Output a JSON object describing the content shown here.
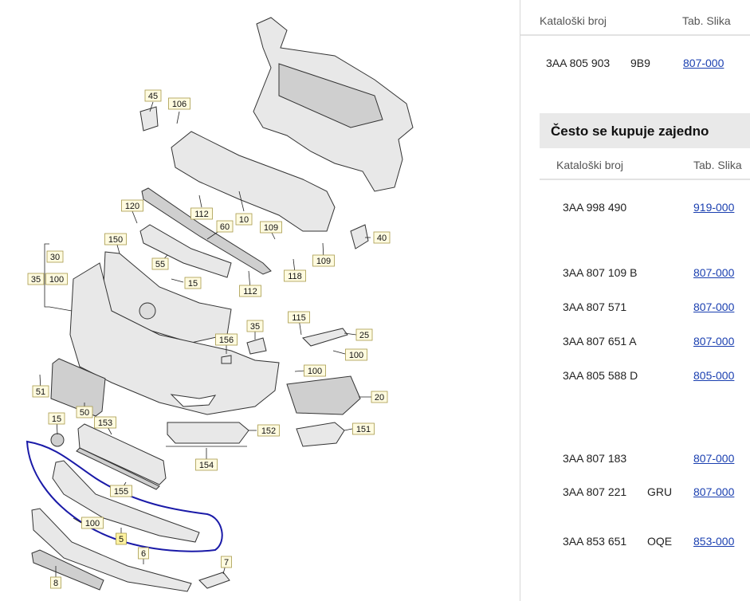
{
  "diagram": {
    "labels": [
      "45",
      "106",
      "10",
      "112",
      "120",
      "60",
      "109",
      "40",
      "150",
      "55",
      "109",
      "118",
      "112",
      "15",
      "30",
      "35",
      "100",
      "35",
      "156",
      "115",
      "25",
      "100",
      "100",
      "51",
      "50",
      "153",
      "20",
      "15",
      "152",
      "151",
      "154",
      "155",
      "100",
      "5",
      "6",
      "7",
      "8"
    ],
    "highlight_color": "#1a1aa8",
    "highlight_tag_color": "#fff3a0"
  },
  "table1": {
    "col_part": "Kataloški broj",
    "col_image": "Tab. Slika",
    "rows": [
      {
        "part": "3AA 805 903",
        "suffix": "9B9",
        "image": "807-000"
      }
    ]
  },
  "together": {
    "title": "Često se kupuje zajedno",
    "col_part": "Kataloški broj",
    "col_image": "Tab. Slika",
    "rows": [
      {
        "part": "3AA 998 490",
        "suffix": "",
        "image": "919-000"
      },
      {
        "part": "3AA 807 109 B",
        "suffix": "",
        "image": "807-000"
      },
      {
        "part": "3AA 807 571",
        "suffix": "",
        "image": "807-000"
      },
      {
        "part": "3AA 807 651 A",
        "suffix": "",
        "image": "807-000"
      },
      {
        "part": "3AA 805 588 D",
        "suffix": "",
        "image": "805-000"
      },
      {
        "part": "3AA 807 183",
        "suffix": "",
        "image": "807-000"
      },
      {
        "part": "3AA 807 221",
        "suffix": "GRU",
        "image": "807-000"
      },
      {
        "part": "3AA 853 651",
        "suffix": "OQE",
        "image": "853-000"
      }
    ]
  },
  "link_color": "#1a3fb0"
}
